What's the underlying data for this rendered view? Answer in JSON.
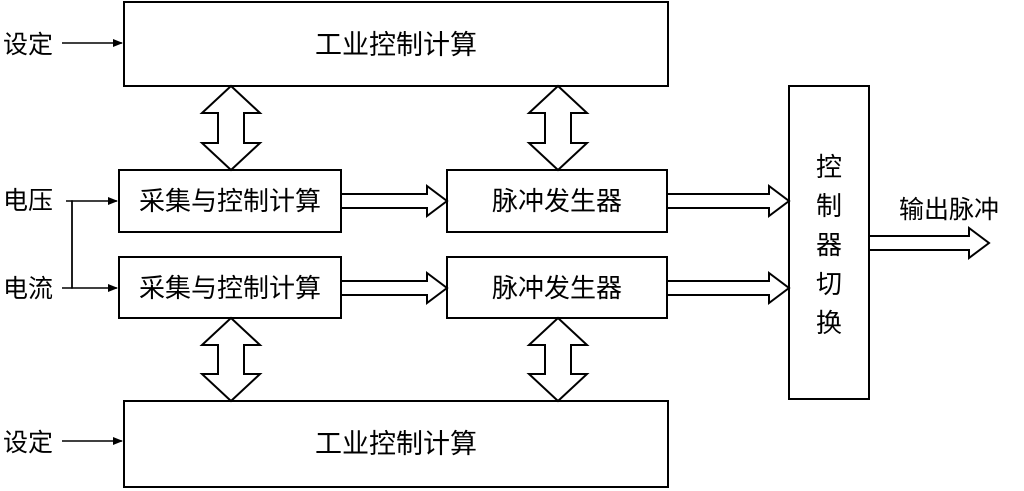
{
  "diagram": {
    "top_box": "工业控制计算",
    "bottom_box": "工业控制计算",
    "acq_box_1": "采集与控制计算",
    "acq_box_2": "采集与控制计算",
    "pulse_box_1": "脉冲发生器",
    "pulse_box_2": "脉冲发生器",
    "switch_chars": [
      "控",
      "制",
      "器",
      "切",
      "换"
    ],
    "input_setting_top": "设定",
    "input_setting_bottom": "设定",
    "input_voltage": "电压",
    "input_current": "电流",
    "output_label": "输出脉冲"
  }
}
